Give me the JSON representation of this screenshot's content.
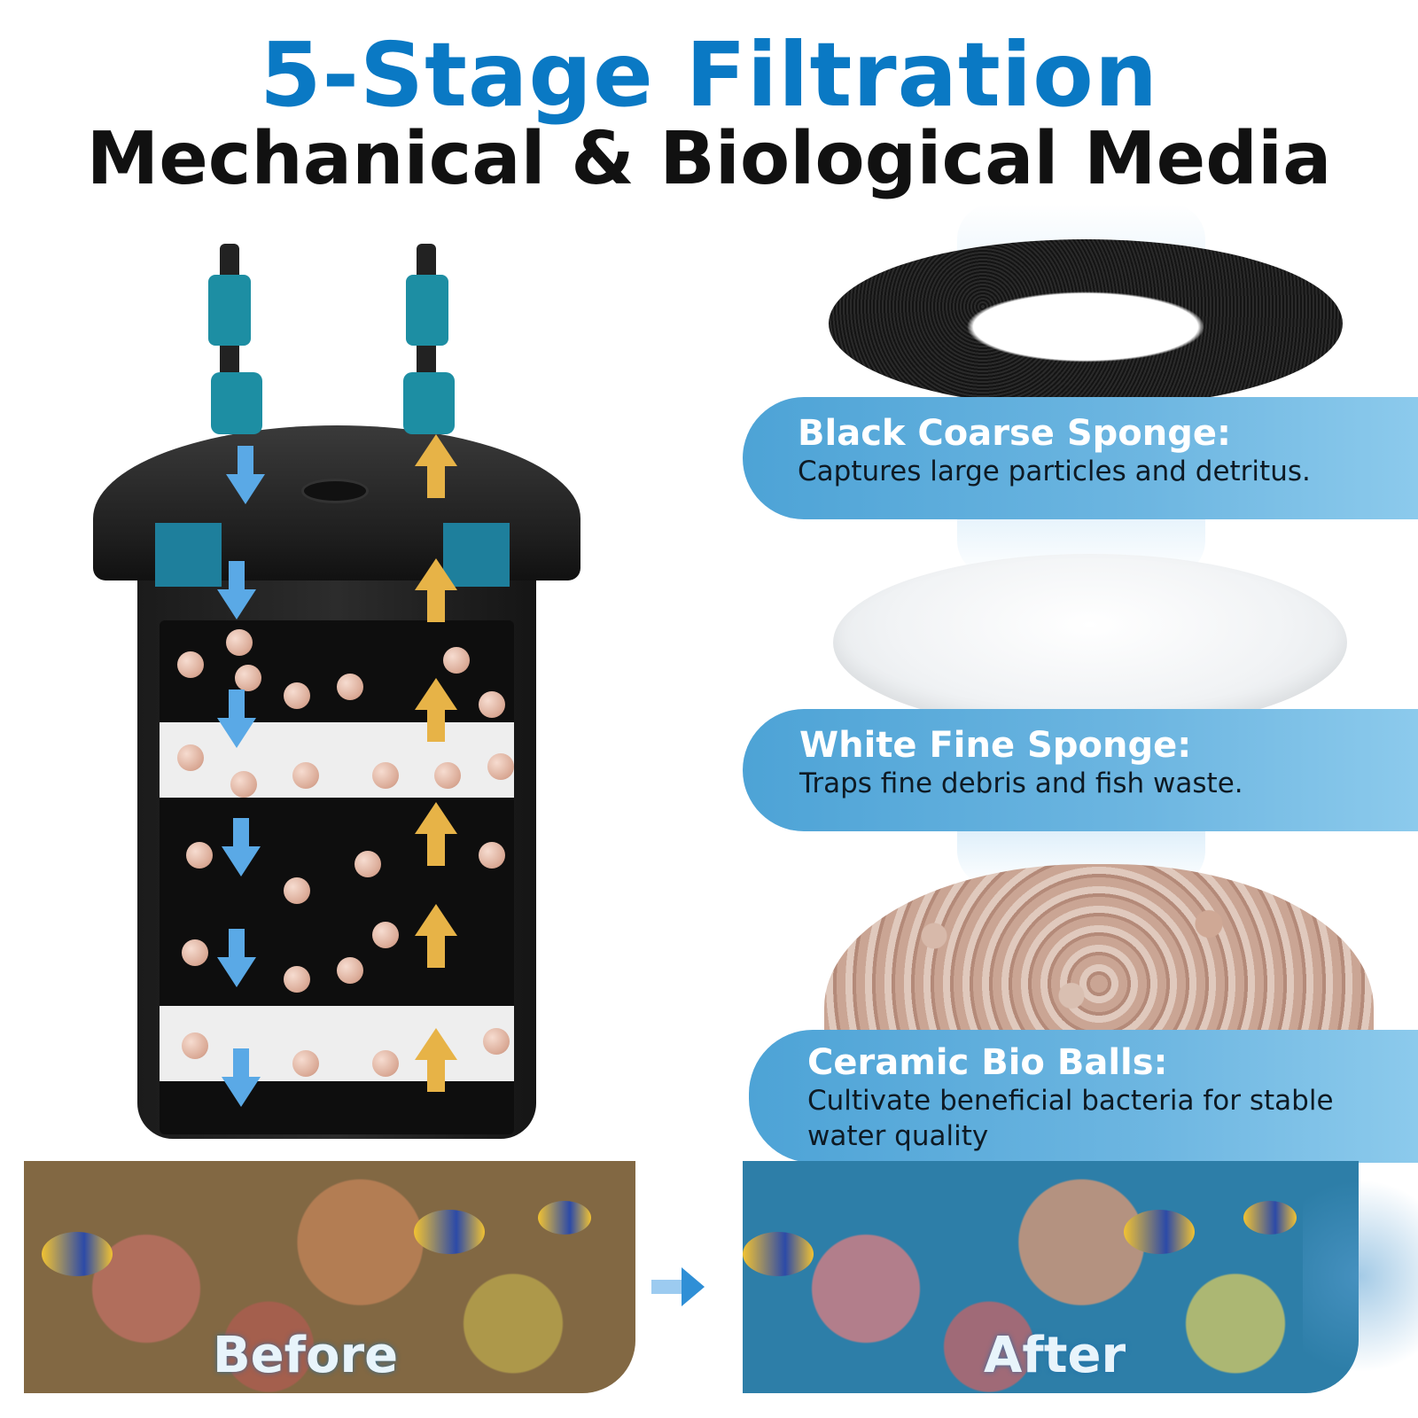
{
  "header": {
    "title": "5-Stage Filtration",
    "subtitle": "Mechanical & Biological Media"
  },
  "stages": [
    {
      "title": "Black Coarse Sponge:",
      "description": "Captures large particles and detritus."
    },
    {
      "title": "White Fine Sponge:",
      "description": "Traps fine debris and fish waste."
    },
    {
      "title": "Ceramic Bio Balls:",
      "description": "Cultivate beneficial bacteria for stable water quality"
    }
  ],
  "comparison": {
    "before_label": "Before",
    "after_label": "After"
  },
  "colors": {
    "title_blue": "#0a79c4",
    "band_blue": "#5aaede",
    "flow_down": "#5aa9e6",
    "flow_up": "#e7b347"
  }
}
